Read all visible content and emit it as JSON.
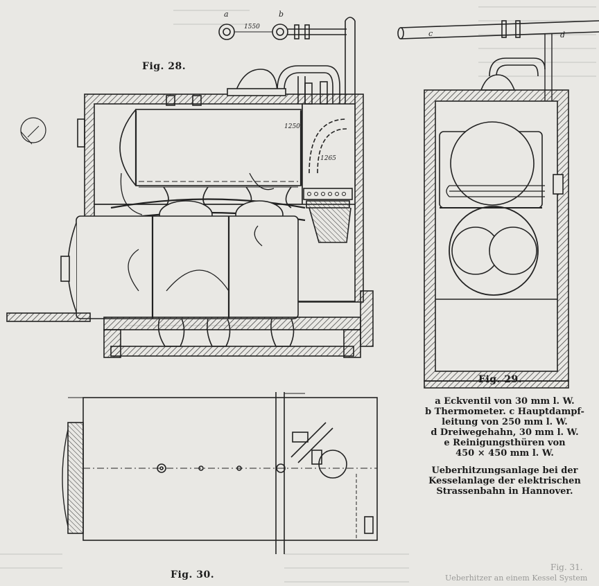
{
  "figures": {
    "fig28": {
      "title": "Fig. 28."
    },
    "fig29": {
      "title": "Fig. 29."
    },
    "fig30": {
      "title": "Fig. 30."
    }
  },
  "legend": {
    "items": [
      "a Eckventil von 30 mm l. W.",
      "b Thermometer.  c Hauptdampf-",
      "leitung von 250 mm l. W.",
      "d Dreiwegehahn, 30 mm l. W.",
      "e Reinigungsthüren von",
      "450 × 450 mm l. W."
    ],
    "caption": [
      "Ueberhitzungsanlage bei der",
      "Kesselanlage der elektrischen",
      "Strassenbahn in Hannover."
    ]
  },
  "labels": {
    "a": "a",
    "b": "b",
    "c": "c",
    "d": "d",
    "dim1": "1550",
    "dim2": "1250",
    "dim3": "1265"
  },
  "bleed_text": {
    "bottom_right_1": "Fig. 31.",
    "bottom_right_2": "Ueberhitzer an einem Kessel System"
  }
}
